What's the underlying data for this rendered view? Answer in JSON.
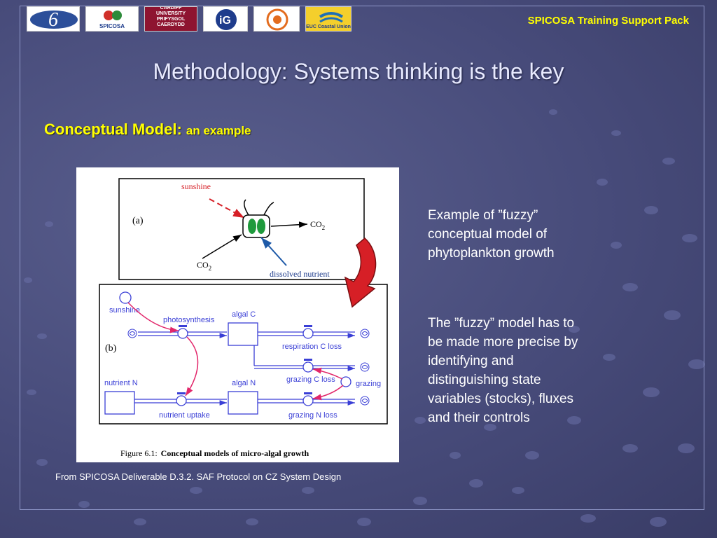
{
  "header": {
    "logos": [
      {
        "name": "sixth-framework-logo",
        "text": ""
      },
      {
        "name": "spicosa-logo",
        "text": "SPICOSA"
      },
      {
        "name": "cardiff-university-logo",
        "text": "CARDIFF UNIVERSITY PRIFYSGOL CAERDYDD"
      },
      {
        "name": "ig-logo",
        "text": ""
      },
      {
        "name": "university-seal-logo",
        "text": ""
      },
      {
        "name": "euc-coastal-union-logo",
        "text": "EUC Coastal Union"
      }
    ],
    "pack_label": "SPICOSA Training Support Pack"
  },
  "slide": {
    "title": "Methodology: Systems thinking is the key",
    "subtitle_main": "Conceptual Model:",
    "subtitle_small": "an example"
  },
  "figure": {
    "panel_a": {
      "label": "(a)",
      "sunshine": "sunshine",
      "co2_out": "CO",
      "co2_out_sub": "2",
      "co2_in": "CO",
      "co2_in_sub": "2",
      "nutrient": "dissolved nutrient"
    },
    "panel_b": {
      "label": "(b)",
      "sunshine": "sunshine",
      "photosynthesis": "photosynthesis",
      "algal_c": "algal C",
      "respiration": "respiration  C  loss",
      "grazing_c": "grazing  C  loss",
      "grazing": "grazing",
      "nutrient_n": "nutrient  N",
      "algal_n": "algal  N",
      "nutrient_uptake": "nutrient  uptake",
      "grazing_n": "grazing  N  loss"
    },
    "caption_prefix": "Figure 6.1:",
    "caption_text": "Conceptual models of micro-algal growth"
  },
  "notes": {
    "fuzzy_example": "Example of ”fuzzy”\nconceptual model of\nphytoplankton growth",
    "fuzzy_precise": "The ”fuzzy” model has to\nbe made more precise by\nidentifying and\ndistinguishing state\nvariables (stocks), fluxes\nand their controls"
  },
  "source": "From SPICOSA  Deliverable D.3.2. SAF Protocol on CZ System Design",
  "colors": {
    "background": "#474b7a",
    "accent_yellow": "#ffff00",
    "flow_blue": "#3a3fd6",
    "link_pink": "#e2276b",
    "arrow_red": "#d61f26"
  }
}
